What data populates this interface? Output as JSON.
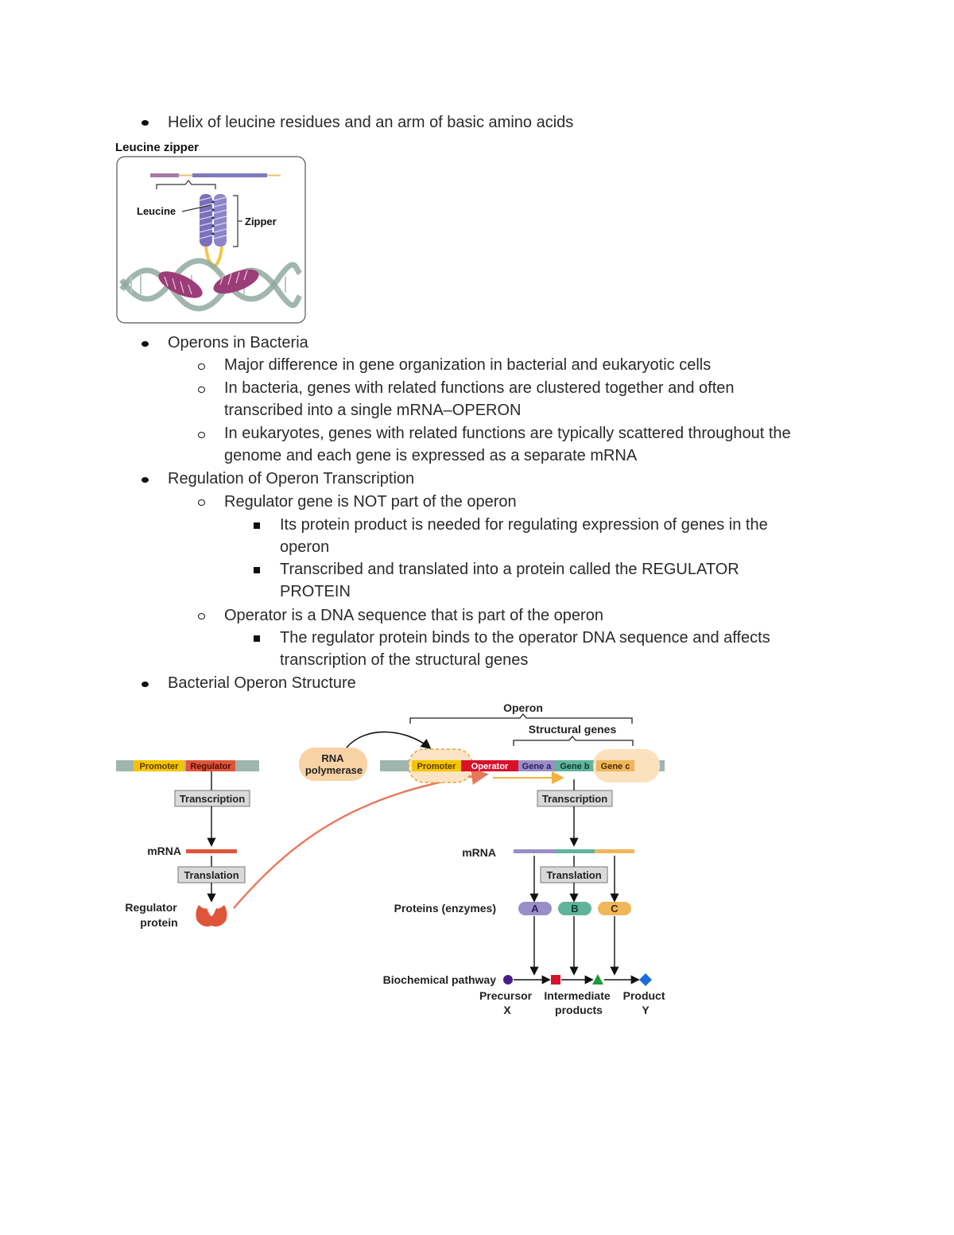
{
  "bullets": {
    "b1": "Helix of leucine residues and an arm of basic amino acids",
    "b2": "Operons in Bacteria",
    "b2a": "Major difference in gene organization in bacterial and eukaryotic cells",
    "b2b_1": "In bacteria, genes with related functions are clustered together and often",
    "b2b_2": "transcribed into a single mRNA–OPERON",
    "b2c_1": "In eukaryotes, genes with related functions are typically scattered throughout the",
    "b2c_2": "genome and each gene is expressed as a separate mRNA",
    "b3": "Regulation of Operon Transcription",
    "b3a": "Regulator gene is NOT part of the operon",
    "b3a1_1": "Its protein product is needed for regulating expression of genes in the",
    "b3a1_2": "operon",
    "b3a2_1": "Transcribed and translated into a protein called the REGULATOR",
    "b3a2_2": "PROTEIN",
    "b3b": "Operator is a DNA sequence that is part of the operon",
    "b3b1_1": "The regulator protein binds to the operator DNA sequence and affects",
    "b3b1_2": "transcription of the structural genes",
    "b4": "Bacterial Operon Structure"
  },
  "leucine_figure": {
    "title": "Leucine zipper",
    "leucine_label": "Leucine",
    "zipper_label": "Zipper"
  },
  "operon_figure": {
    "operon": "Operon",
    "structural_genes": "Structural genes",
    "rna_polymerase_1": "RNA",
    "rna_polymerase_2": "polymerase",
    "promoter": "Promoter",
    "regulator": "Regulator",
    "operator": "Operator",
    "gene_a": "Gene a",
    "gene_b": "Gene b",
    "gene_c": "Gene c",
    "transcription": "Transcription",
    "translation": "Translation",
    "mrna": "mRNA",
    "regulator_protein_1": "Regulator",
    "regulator_protein_2": "protein",
    "proteins": "Proteins (enzymes)",
    "enzyme_a": "A",
    "enzyme_b": "B",
    "enzyme_c": "C",
    "pathway": "Biochemical pathway",
    "precursor_1": "Precursor",
    "precursor_2": "X",
    "intermediate_1": "Intermediate",
    "intermediate_2": "products",
    "product_1": "Product",
    "product_2": "Y"
  },
  "colors": {
    "promoter": "#f5c400",
    "regulator": "#e0553a",
    "operator": "#d8112a",
    "gene_a": "#9a8ec7",
    "gene_b": "#5fb49b",
    "gene_c": "#f0b65c",
    "dna_gray": "#9fb5ad",
    "helix_purple": "#6f64b0",
    "dna_helix": "#8fa9a0"
  }
}
